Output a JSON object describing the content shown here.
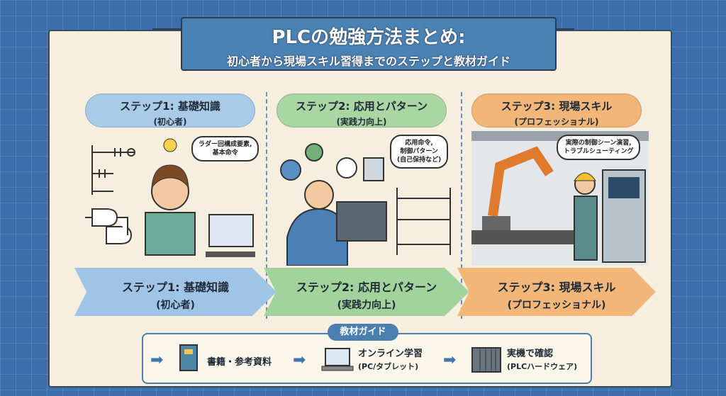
{
  "title": {
    "main": "PLCの勉強方法まとめ:",
    "sub": "初心者から現場スキル習得までのステップと教材ガイド"
  },
  "steps": [
    {
      "title": "ステップ1: 基礎知識",
      "level": "(初心者)",
      "bubble": [
        "ラダー回構成要素,",
        "基本命令"
      ],
      "color": "#a9cbe8"
    },
    {
      "title": "ステップ2: 応用とパターン",
      "level": "(実践力向上)",
      "bubble": [
        "応用命令,",
        "制御パターン",
        "(自己保持など)"
      ],
      "color": "#a9d6a3"
    },
    {
      "title": "ステップ3: 現場スキル",
      "level": "(プロフェッショナル)",
      "bubble": [
        "実際の制御シーン演習,",
        "トラブルシューティング"
      ],
      "color": "#f3b679"
    }
  ],
  "guide": {
    "label": "教材ガイド",
    "items": [
      {
        "title": "書籍・参考資料",
        "sub": "",
        "icon": "book-icon"
      },
      {
        "title": "オンライン学習",
        "sub": "(PC/タブレット)",
        "icon": "laptop-icon"
      },
      {
        "title": "実機で確認",
        "sub": "(PLCハードウェア)",
        "icon": "plc-hardware-icon"
      }
    ]
  }
}
